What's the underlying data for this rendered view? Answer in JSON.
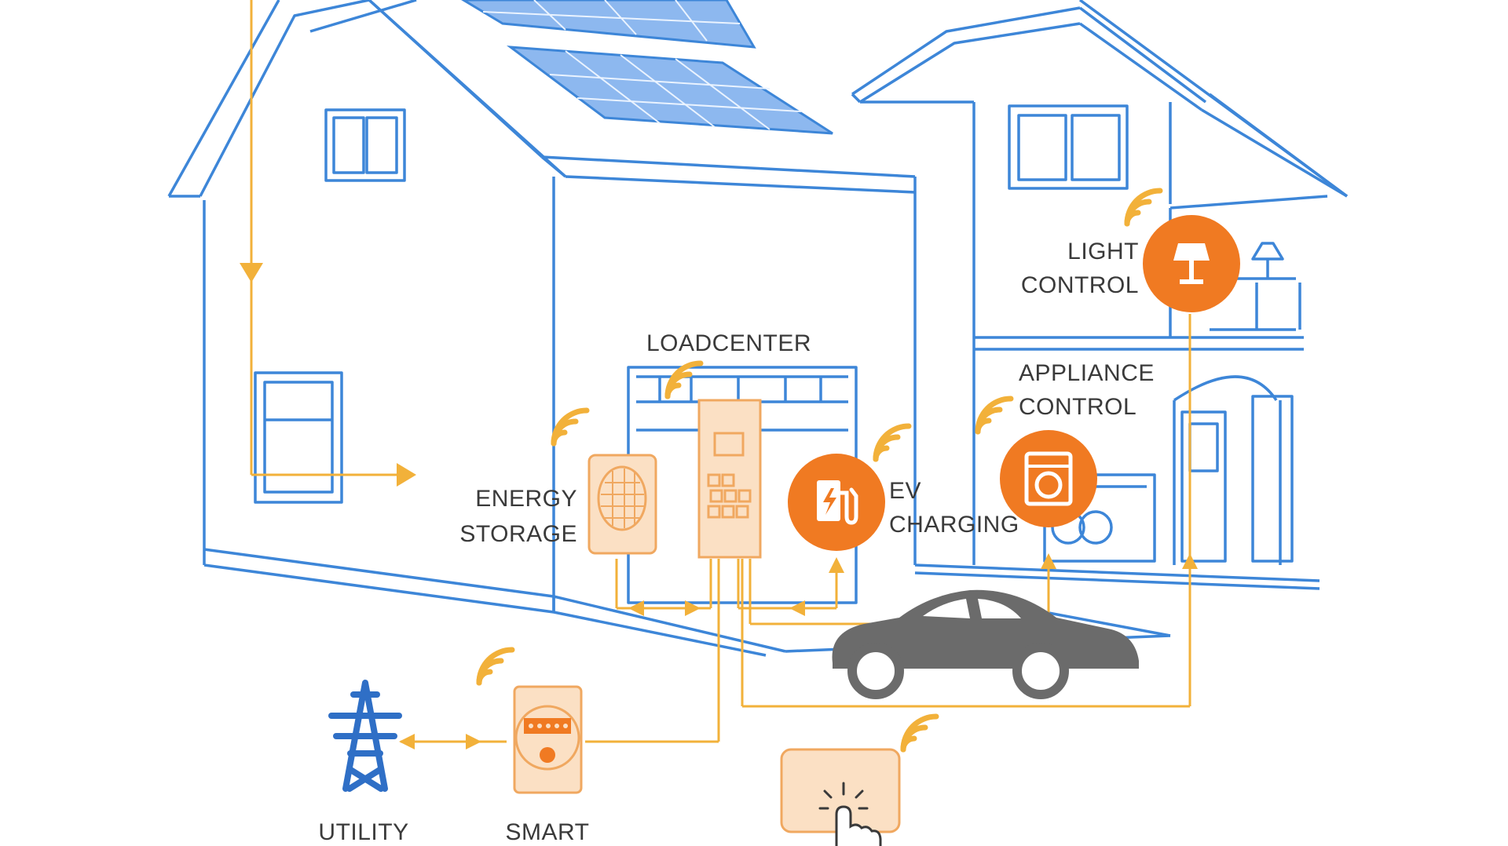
{
  "labels": {
    "loadcenter": "LOADCENTER",
    "energy_storage_line1": "ENERGY",
    "energy_storage_line2": "STORAGE",
    "ev_line1": "EV",
    "ev_line2": "CHARGING",
    "appliance_line1": "APPLIANCE",
    "appliance_line2": "CONTROL",
    "light_line1": "LIGHT",
    "light_line2": "CONTROL",
    "utility": "UTILITY",
    "smart": "SMART"
  },
  "colors": {
    "house_line": "#3d86d8",
    "solar_fill": "#8db8ef",
    "flow_line": "#f2b13a",
    "node_orange": "#f07a22",
    "device_fill": "#fbe0c4",
    "device_stroke": "#f0a860",
    "car": "#6b6b6b",
    "tower": "#2f6fc6"
  },
  "icons": {
    "ev": "ev-charger-icon",
    "appliance": "washing-machine-icon",
    "light": "lamp-icon",
    "utility": "transmission-tower-icon",
    "meter": "smart-meter-icon",
    "storage": "battery-storage-icon",
    "loadcenter": "breaker-panel-icon",
    "touch": "touch-panel-icon",
    "wifi": "wifi-signal-icon"
  }
}
